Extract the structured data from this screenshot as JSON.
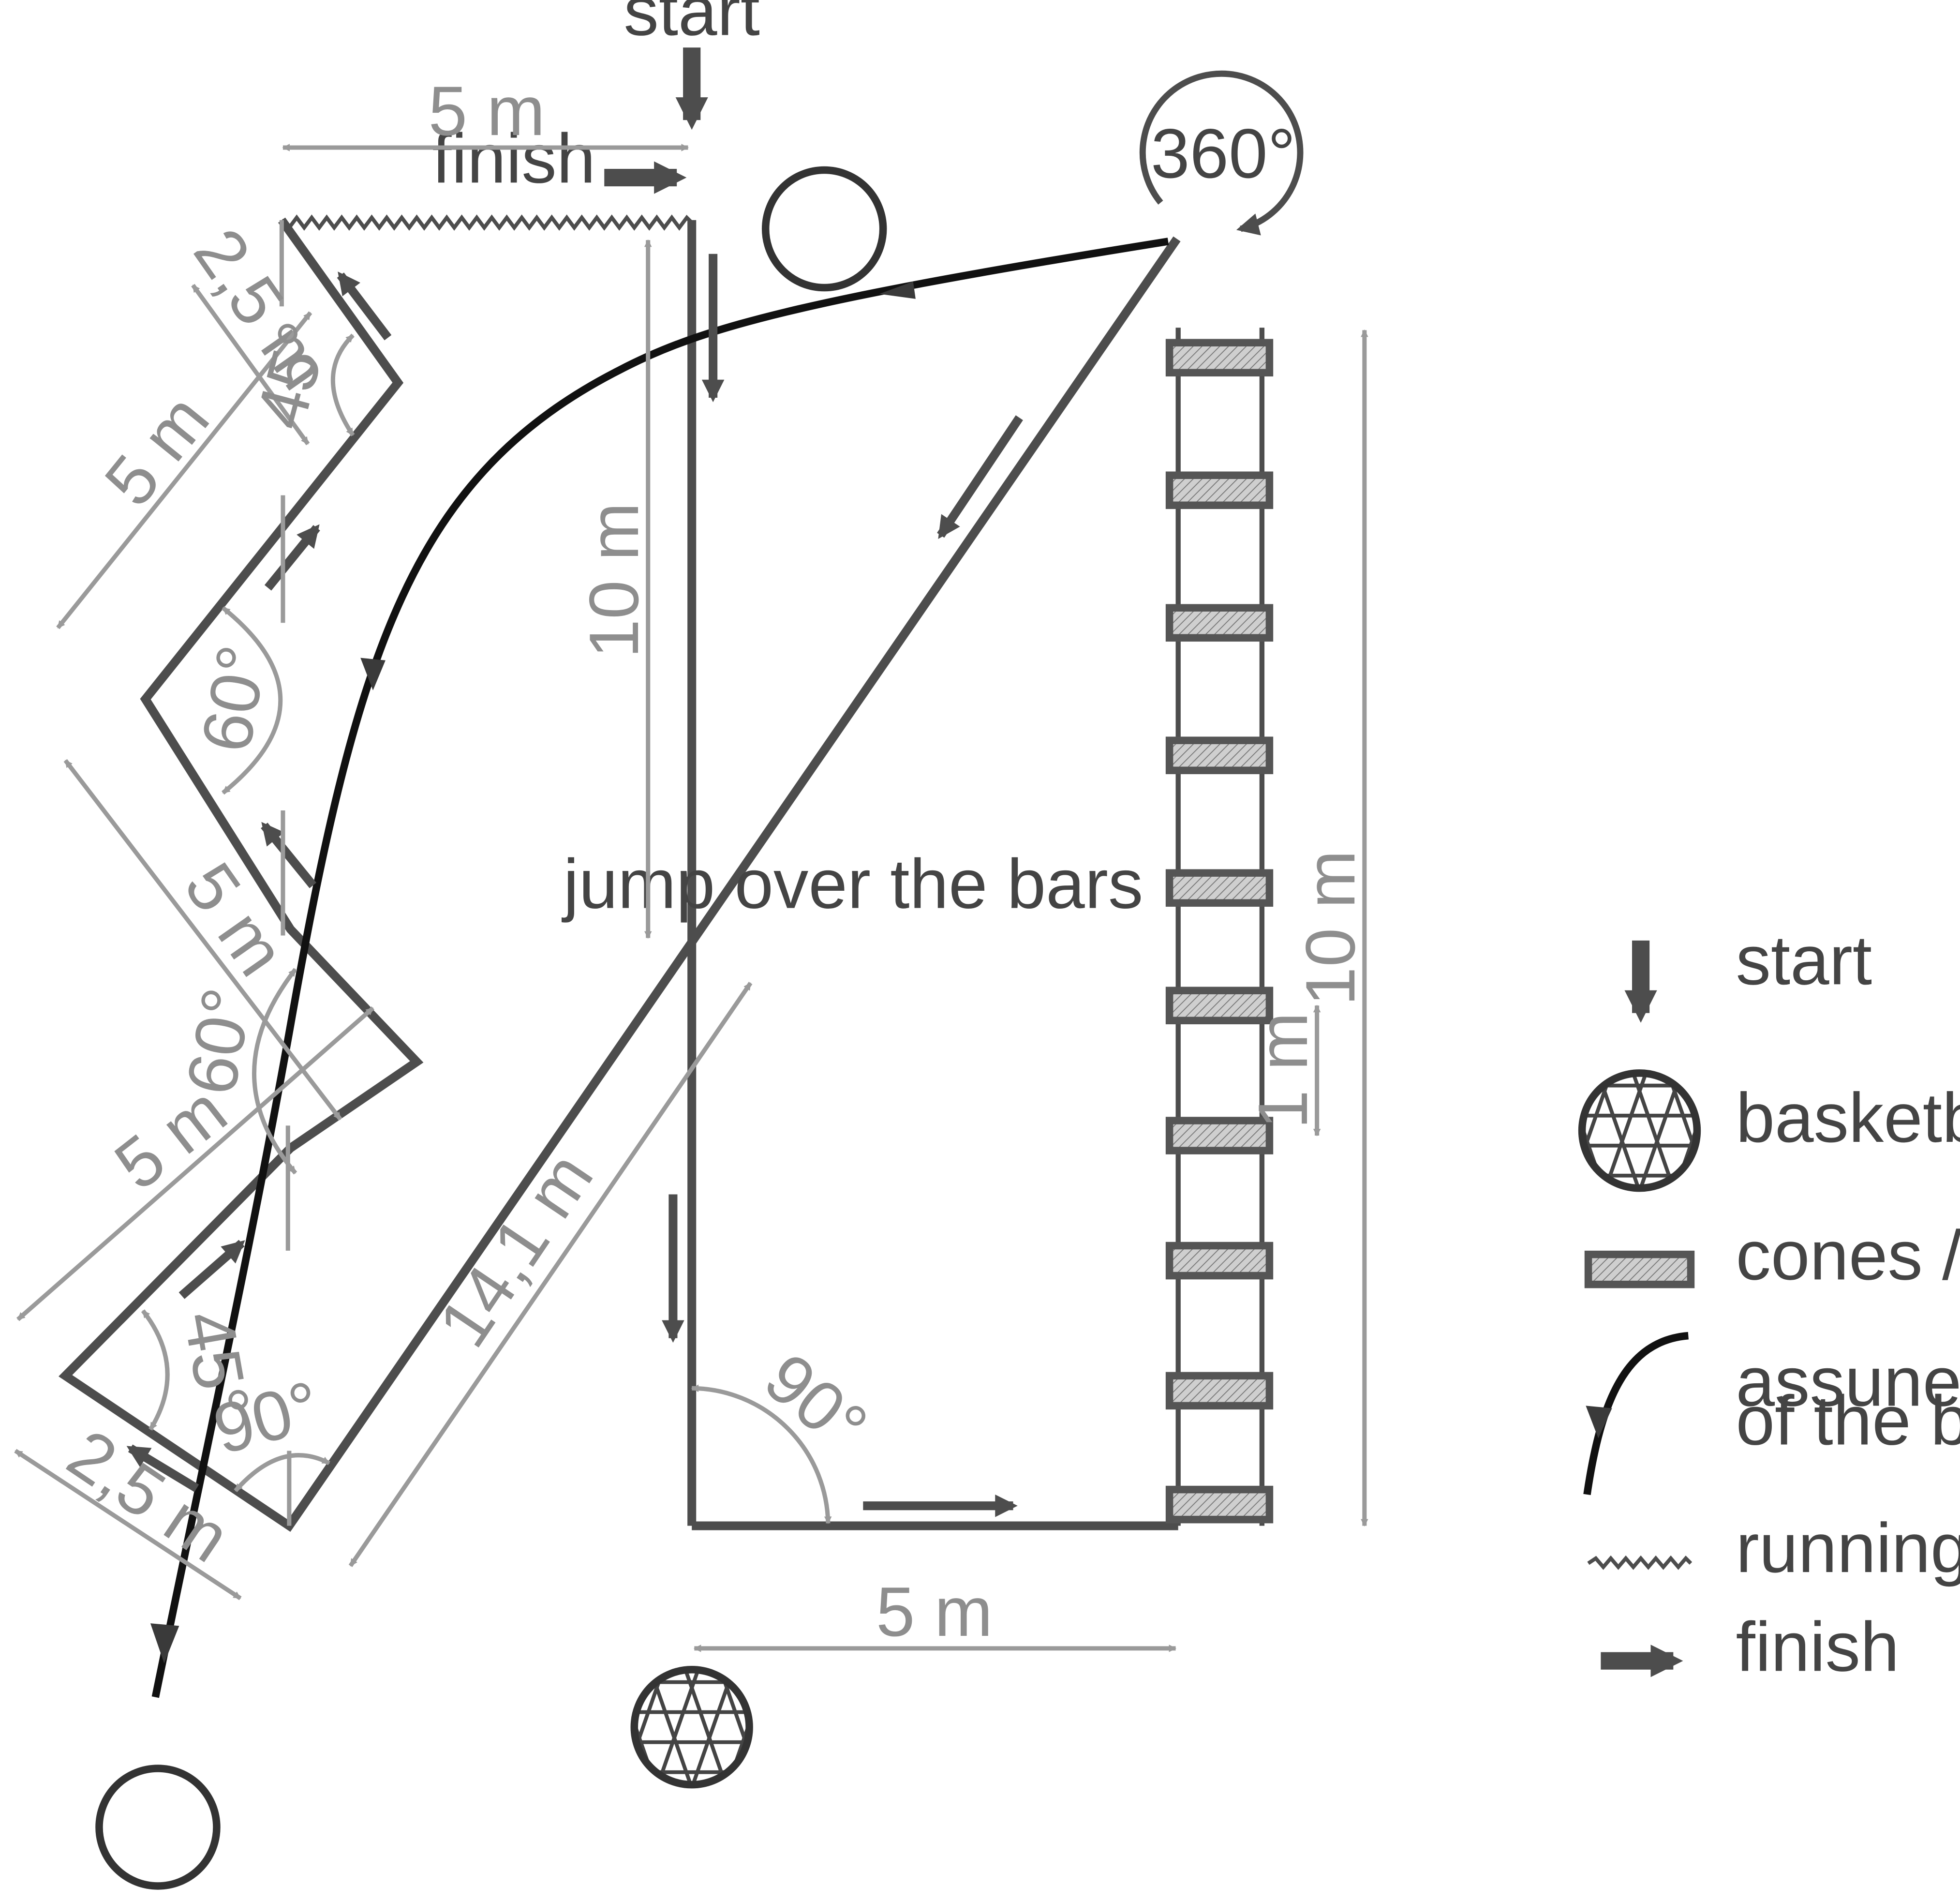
{
  "labels": {
    "start": "start",
    "finish": "finish",
    "rotation": "360°",
    "jump_over_bars": "jump over the bars"
  },
  "dimensions": {
    "top_width": "5 m",
    "start_height": "10 m",
    "bars_height": "10 m",
    "bar_spacing": "1 m",
    "bottom_width": "5 m",
    "diagonal": "14,1 m",
    "zigzag_short_top": "2,5 m",
    "zigzag_long_1": "5 m",
    "zigzag_long_2": "5 m",
    "zigzag_long_3": "5 m",
    "zigzag_short_bottom": "2,5 m"
  },
  "angles": {
    "zigzag_top": "45°",
    "zigzag_left_upper": "60°",
    "zigzag_right": "60°",
    "zigzag_left_lower": "45°",
    "zigzag_bottom": "90°",
    "bottom_corner": "90°"
  },
  "legend": {
    "items": [
      {
        "icon": "start-arrow-icon",
        "label": "start"
      },
      {
        "icon": "basketball-icon",
        "label": "basketball"
      },
      {
        "icon": "cone-bar-icon",
        "label": "cones / bars"
      },
      {
        "icon": "trajectory-icon",
        "label_line1": "assunes trajectory",
        "label_line2": "of the ball thrown"
      },
      {
        "icon": "zigzag-icon",
        "label": "running backward"
      },
      {
        "icon": "finish-arrow-icon",
        "label": "finish"
      }
    ]
  },
  "colors": {
    "course_line": "#4d4d4d",
    "dimension_line": "#9a9a9a",
    "trajectory": "#111111",
    "bar_fill": "#c8c8c8"
  }
}
